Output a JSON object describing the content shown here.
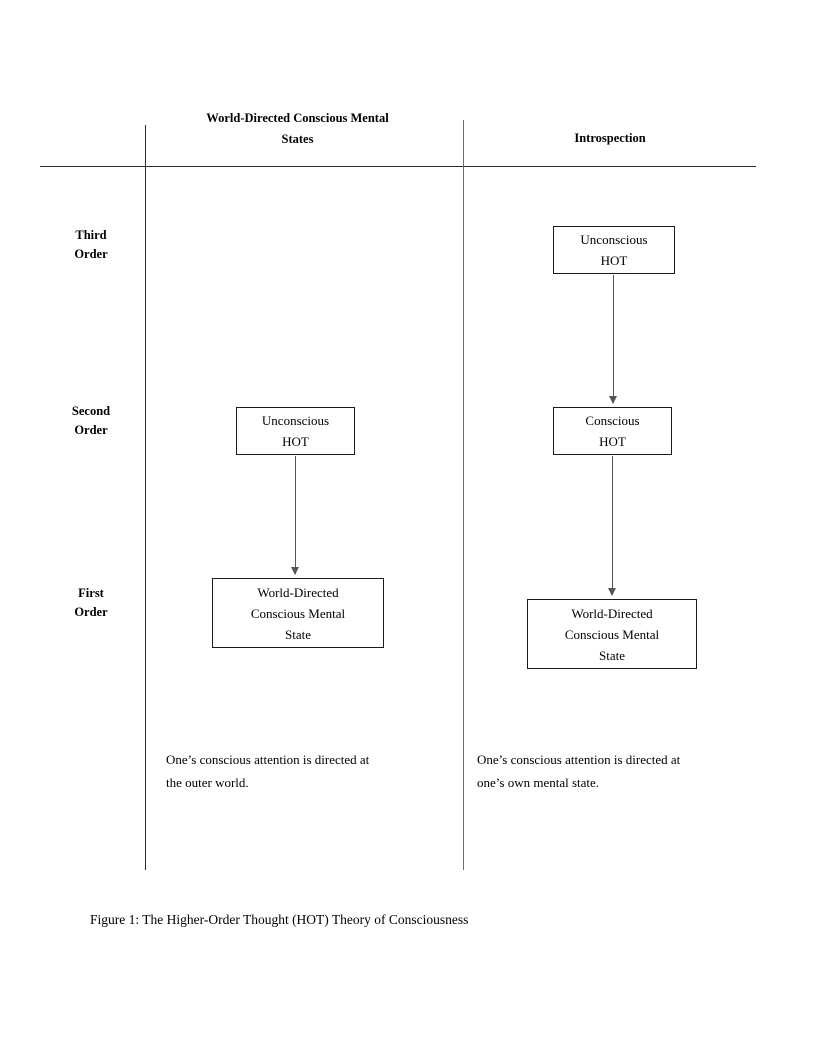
{
  "figure": {
    "caption": "Figure 1: The Higher-Order Thought (HOT) Theory of Consciousness"
  },
  "columns": {
    "left": {
      "header_line1": "World-Directed",
      "header_line2": "Conscious Mental States",
      "caption_line1": "One’s conscious attention is directed at",
      "caption_line2": "the outer world."
    },
    "right": {
      "header_line1": "Introspection",
      "caption_line1": "One’s conscious attention is directed at",
      "caption_line2": "one’s own mental state."
    }
  },
  "rows": {
    "third": {
      "line1": "Third",
      "line2": "Order"
    },
    "second": {
      "line1": "Second",
      "line2": "Order"
    },
    "first": {
      "line1": "First",
      "line2": "Order"
    }
  },
  "nodes": {
    "left_second_order": {
      "line1": "Unconscious",
      "line2": "HOT"
    },
    "left_first_order": {
      "line1": "World-Directed",
      "line2": "Conscious Mental",
      "line3": "State"
    },
    "right_third_order": {
      "line1": "Unconscious",
      "line2": "HOT"
    },
    "right_second_order": {
      "line1": "Conscious",
      "line2": "HOT"
    },
    "right_first_order": {
      "line1": "World-Directed",
      "line2": "Conscious Mental",
      "line3": "State"
    }
  },
  "colors": {
    "ink": "#000000",
    "rule": "#2b2b2b",
    "divider_gray": "#6b6b6b",
    "arrow": "#555555",
    "box_border": "#1a1a1a",
    "background": "#ffffff"
  }
}
